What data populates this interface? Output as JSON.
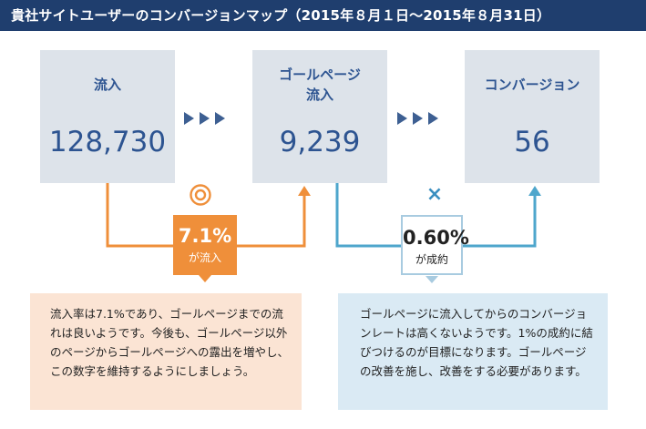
{
  "header": {
    "title": "貴社サイトユーザーのコンバージョンマップ（2015年８月１日〜2015年８月31日）"
  },
  "funnel": [
    {
      "label": "流入",
      "value": "128,730"
    },
    {
      "label": "ゴールページ\n流入",
      "value": "9,239"
    },
    {
      "label": "コンバージョン",
      "value": "56"
    }
  ],
  "rates": {
    "inflow": {
      "value": "7.1%",
      "caption": "が流入",
      "mark": "double-circle"
    },
    "conversion": {
      "value": "0.60%",
      "caption": "が成約",
      "mark": "×"
    }
  },
  "notes": {
    "left": "流入率は7.1%であり、ゴールページまでの流れは良いようです。今後も、ゴールページ以外のページからゴールページへの露出を増やし、この数字を維持するようにしましょう。",
    "right": "ゴールページに流入してからのコンバージョンレートは高くないようです。1%の成約に結びつけるのが目標になります。ゴールページの改善を施し、改善をする必要があります。"
  },
  "colors": {
    "title_bg": "#1f3e6e",
    "box_bg": "#dde3ea",
    "box_text": "#2d5491",
    "orange": "#ef8f3a",
    "blue": "#4ea6cc",
    "note_left_bg": "#fbe4d4",
    "note_right_bg": "#daeaf4"
  }
}
